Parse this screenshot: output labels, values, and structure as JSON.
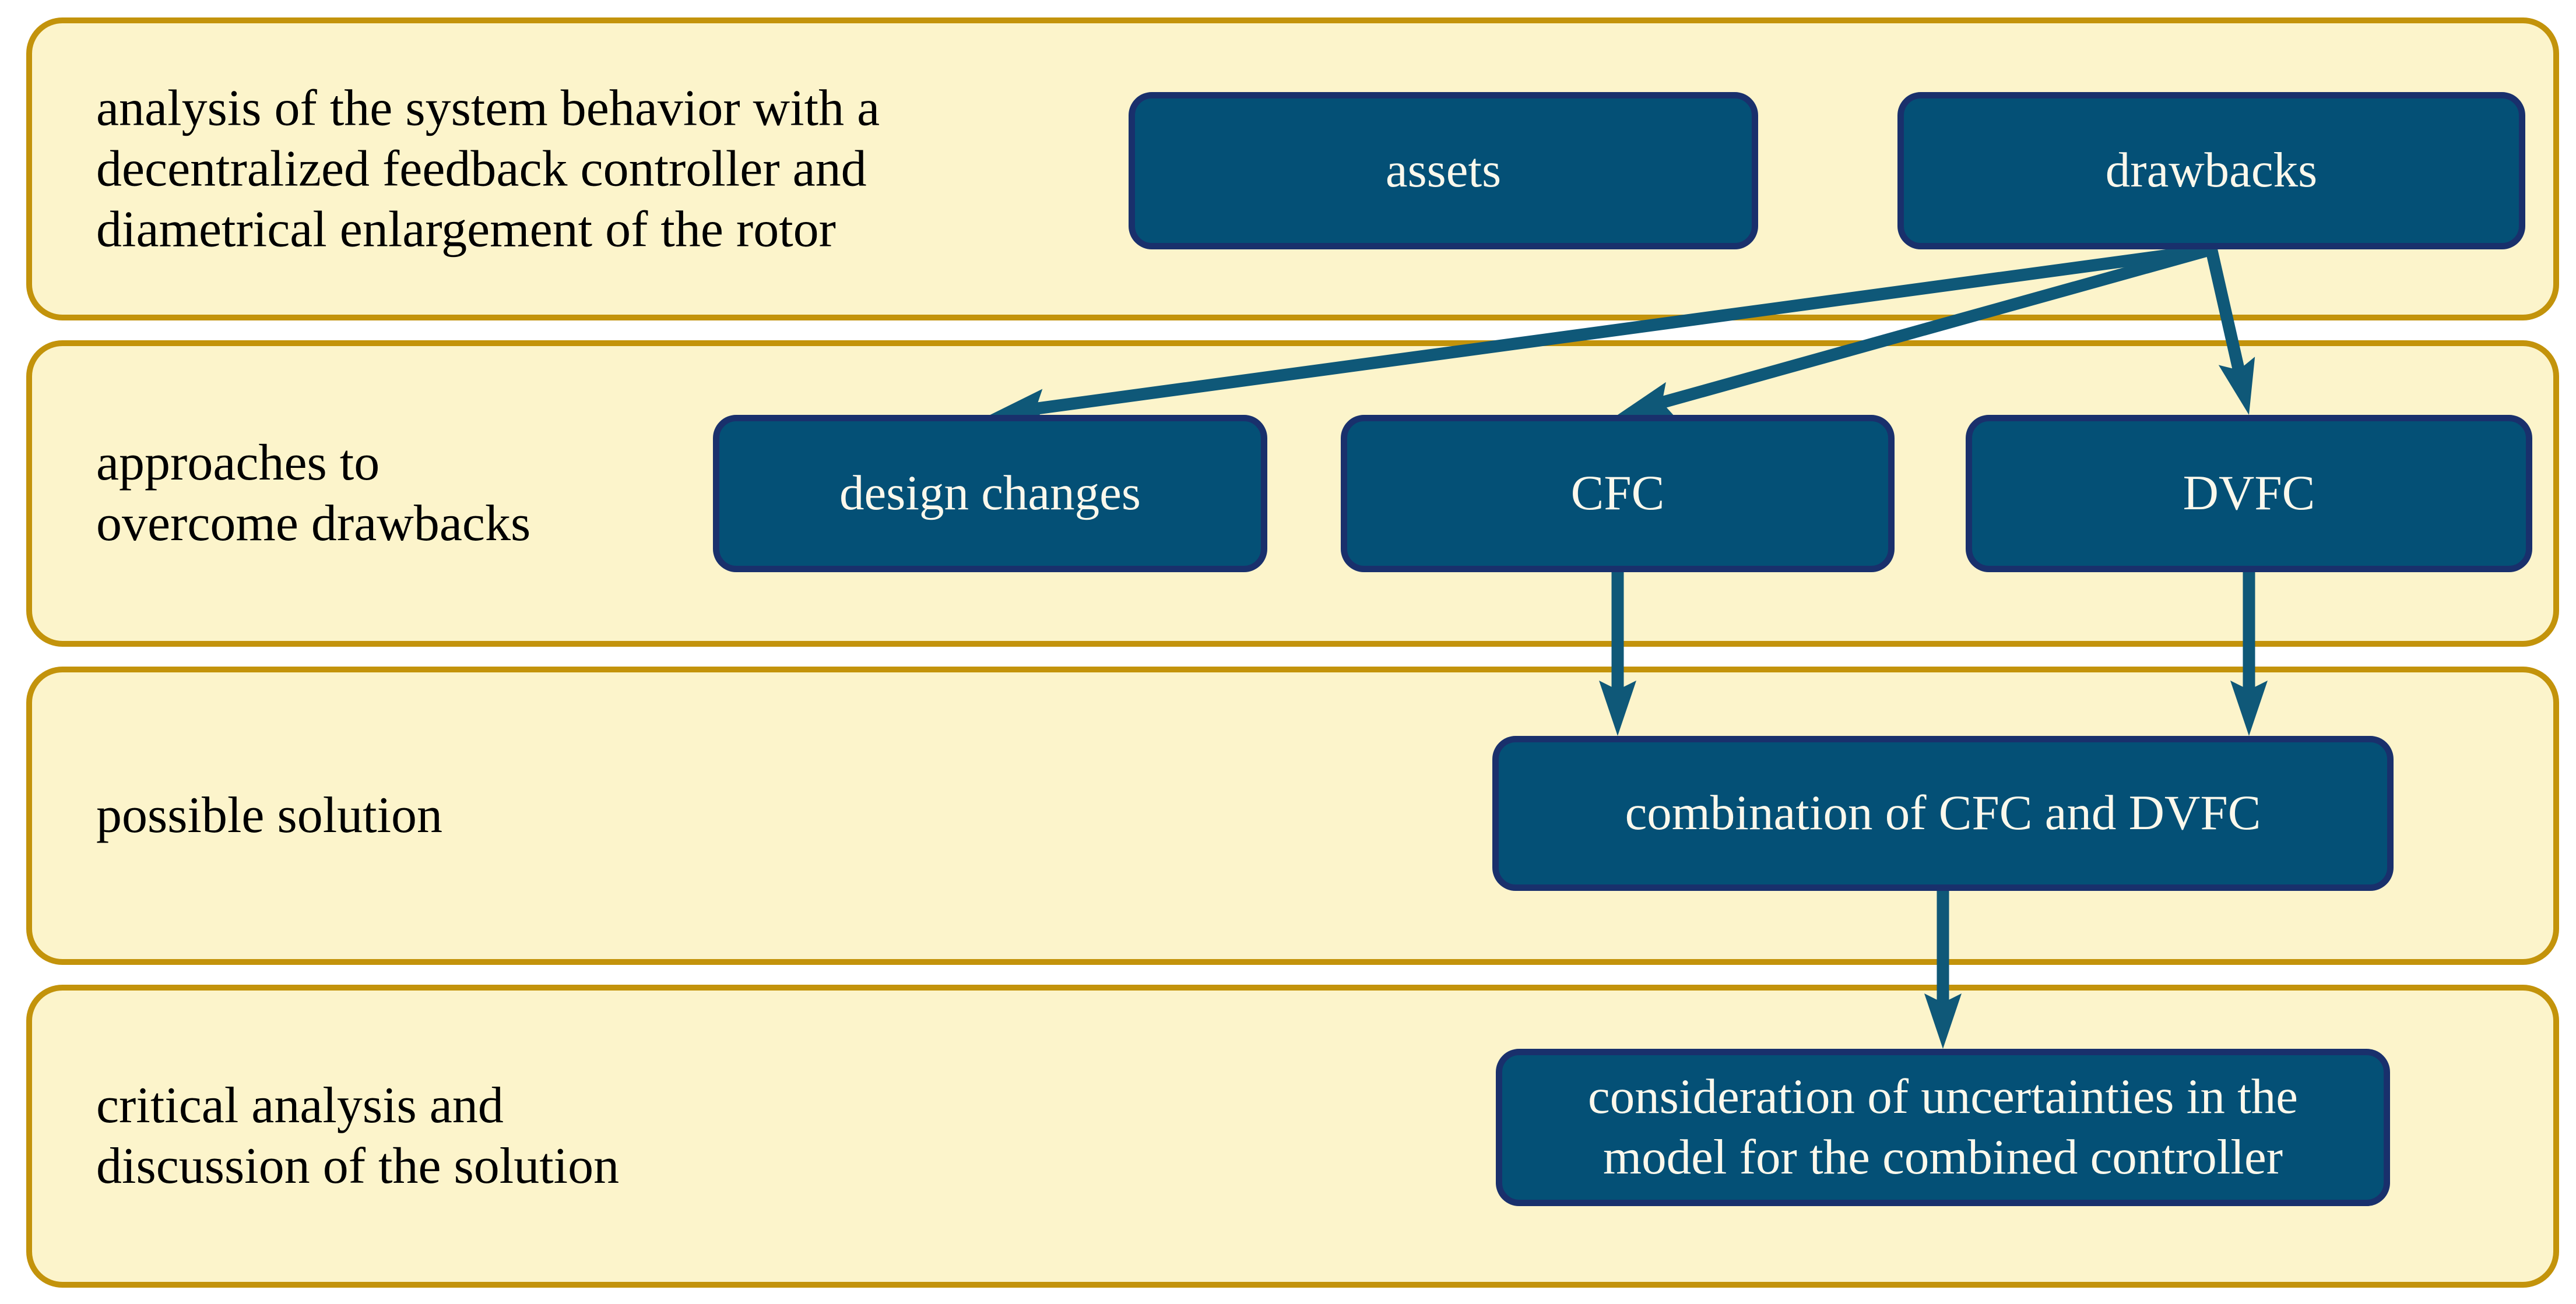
{
  "figure": {
    "type": "flowchart",
    "description_rows": 4
  },
  "colors": {
    "background": "#FFFFFF",
    "band_fill": "#FCF4CB",
    "band_border": "#C3930B",
    "box_fill": "#045076",
    "box_border": "#19306C",
    "box_text": "#FBF8EC",
    "label_text": "#000000",
    "arrow": "#0F5878"
  },
  "bands": [
    {
      "id": "analysis",
      "label": "analysis of the system behavior with a\ndecentralized feedback controller and\ndiametrical enlargement of the rotor",
      "boxes": [
        {
          "id": "assets",
          "label": "assets"
        },
        {
          "id": "drawbacks",
          "label": "drawbacks"
        }
      ]
    },
    {
      "id": "approaches",
      "label": "approaches to\novercome drawbacks",
      "boxes": [
        {
          "id": "design-changes",
          "label": "design changes"
        },
        {
          "id": "cfc",
          "label": "CFC"
        },
        {
          "id": "dvfc",
          "label": "DVFC"
        }
      ]
    },
    {
      "id": "solution",
      "label": "possible solution",
      "boxes": [
        {
          "id": "combination",
          "label": "combination of CFC and DVFC"
        }
      ]
    },
    {
      "id": "critical",
      "label": "critical analysis and\ndiscussion of the solution",
      "boxes": [
        {
          "id": "consideration",
          "label": "consideration of uncertainties in the\nmodel for the combined controller"
        }
      ]
    }
  ],
  "arrows": [
    {
      "from": "drawbacks",
      "to": "design-changes",
      "style": "slant"
    },
    {
      "from": "drawbacks",
      "to": "cfc",
      "style": "slant"
    },
    {
      "from": "drawbacks",
      "to": "dvfc",
      "style": "slant"
    },
    {
      "from": "cfc",
      "to": "combination",
      "style": "vertical"
    },
    {
      "from": "dvfc",
      "to": "combination",
      "style": "vertical"
    },
    {
      "from": "combination",
      "to": "consideration",
      "style": "vertical"
    }
  ]
}
